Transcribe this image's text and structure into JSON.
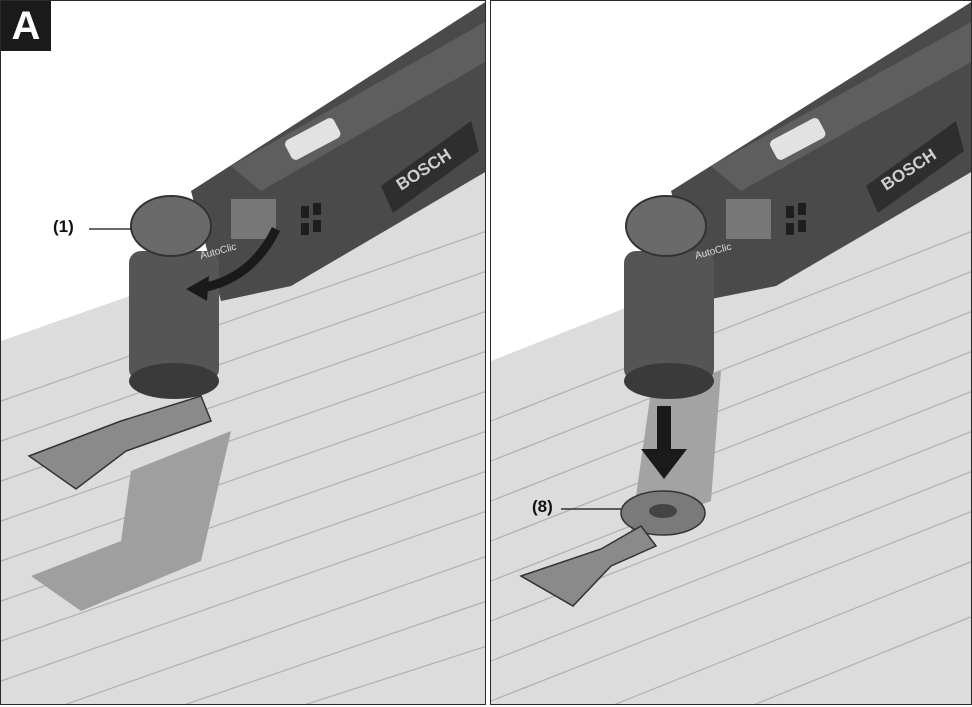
{
  "figure": {
    "badge": "A",
    "brand_text": "BOSCH",
    "dial_text": "AutoClic"
  },
  "callouts": {
    "left": "(1)",
    "right": "(8)"
  },
  "colors": {
    "tool_dark": "#3d3d3d",
    "tool_mid": "#5a5a5a",
    "surface": "#d9d9d9",
    "shadow": "#a6a6a6",
    "blade": "#8a8a8a"
  }
}
